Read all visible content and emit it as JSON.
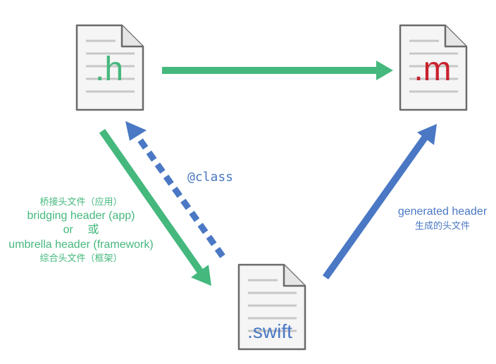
{
  "files": {
    "h": {
      "ext": ".h",
      "color": "#44b87d"
    },
    "m": {
      "ext": ".m",
      "color": "#c8202d"
    },
    "swift": {
      "ext": ".swift",
      "color": "#4a78c4"
    }
  },
  "edges": {
    "class_label": "@class",
    "bridging": {
      "cn_top": "桥接头文件（应用）",
      "en_line1": "bridging header (app)",
      "or_line": "or　 或",
      "en_line2": "umbrella header (framework)",
      "cn_bottom": "综合头文件（框架）"
    },
    "generated": {
      "en": "generated header",
      "cn": "生成的头文件"
    }
  },
  "colors": {
    "green": "#44b87d",
    "blue": "#4a78c4",
    "red": "#c8202d",
    "doc_stroke": "#6a6a6a",
    "doc_fill": "#f4f4f4",
    "doc_lines": "#c7c7c7"
  }
}
